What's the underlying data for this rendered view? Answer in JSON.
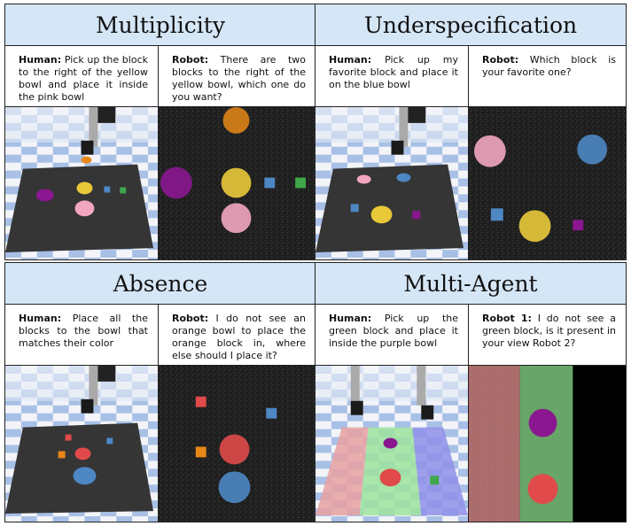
{
  "panels": [
    {
      "title": "Multiplicity",
      "human_speaker": "Human:",
      "human_text": "Pick up the block to the right of the yellow bowl and place it inside the pink bowl",
      "robot_speaker": "Robot:",
      "robot_text": "There are two blocks to the right of the yellow bowl, which one do you want?"
    },
    {
      "title": "Underspecification",
      "human_speaker": "Human:",
      "human_text": "Pick up my favorite block and place it on the blue bowl",
      "robot_speaker": "Robot:",
      "robot_text": "Which block is your favorite one?"
    },
    {
      "title": "Absence",
      "human_speaker": "Human:",
      "human_text": "Place all the blocks to the bowl that matches their color",
      "robot_speaker": "Robot:",
      "robot_text": "I do not see an orange bowl to place the orange block in, where else should I place it?"
    },
    {
      "title": "Multi-Agent",
      "human_speaker": "Human:",
      "human_text": "Pick up the green block and place it inside the purple bowl",
      "robot_speaker": "Robot 1:",
      "robot_text": "I do not see a green block, is it present in your view Robot 2?"
    }
  ],
  "colors": {
    "title_bg": "#d5e6f6",
    "table": "#333333",
    "pink": "#f2a6bf",
    "yellow": "#e9c93a",
    "purple": "#8a178f",
    "blue": "#4d87c4",
    "green": "#3ea84a",
    "orange": "#e88818",
    "red": "#e04a4a"
  }
}
